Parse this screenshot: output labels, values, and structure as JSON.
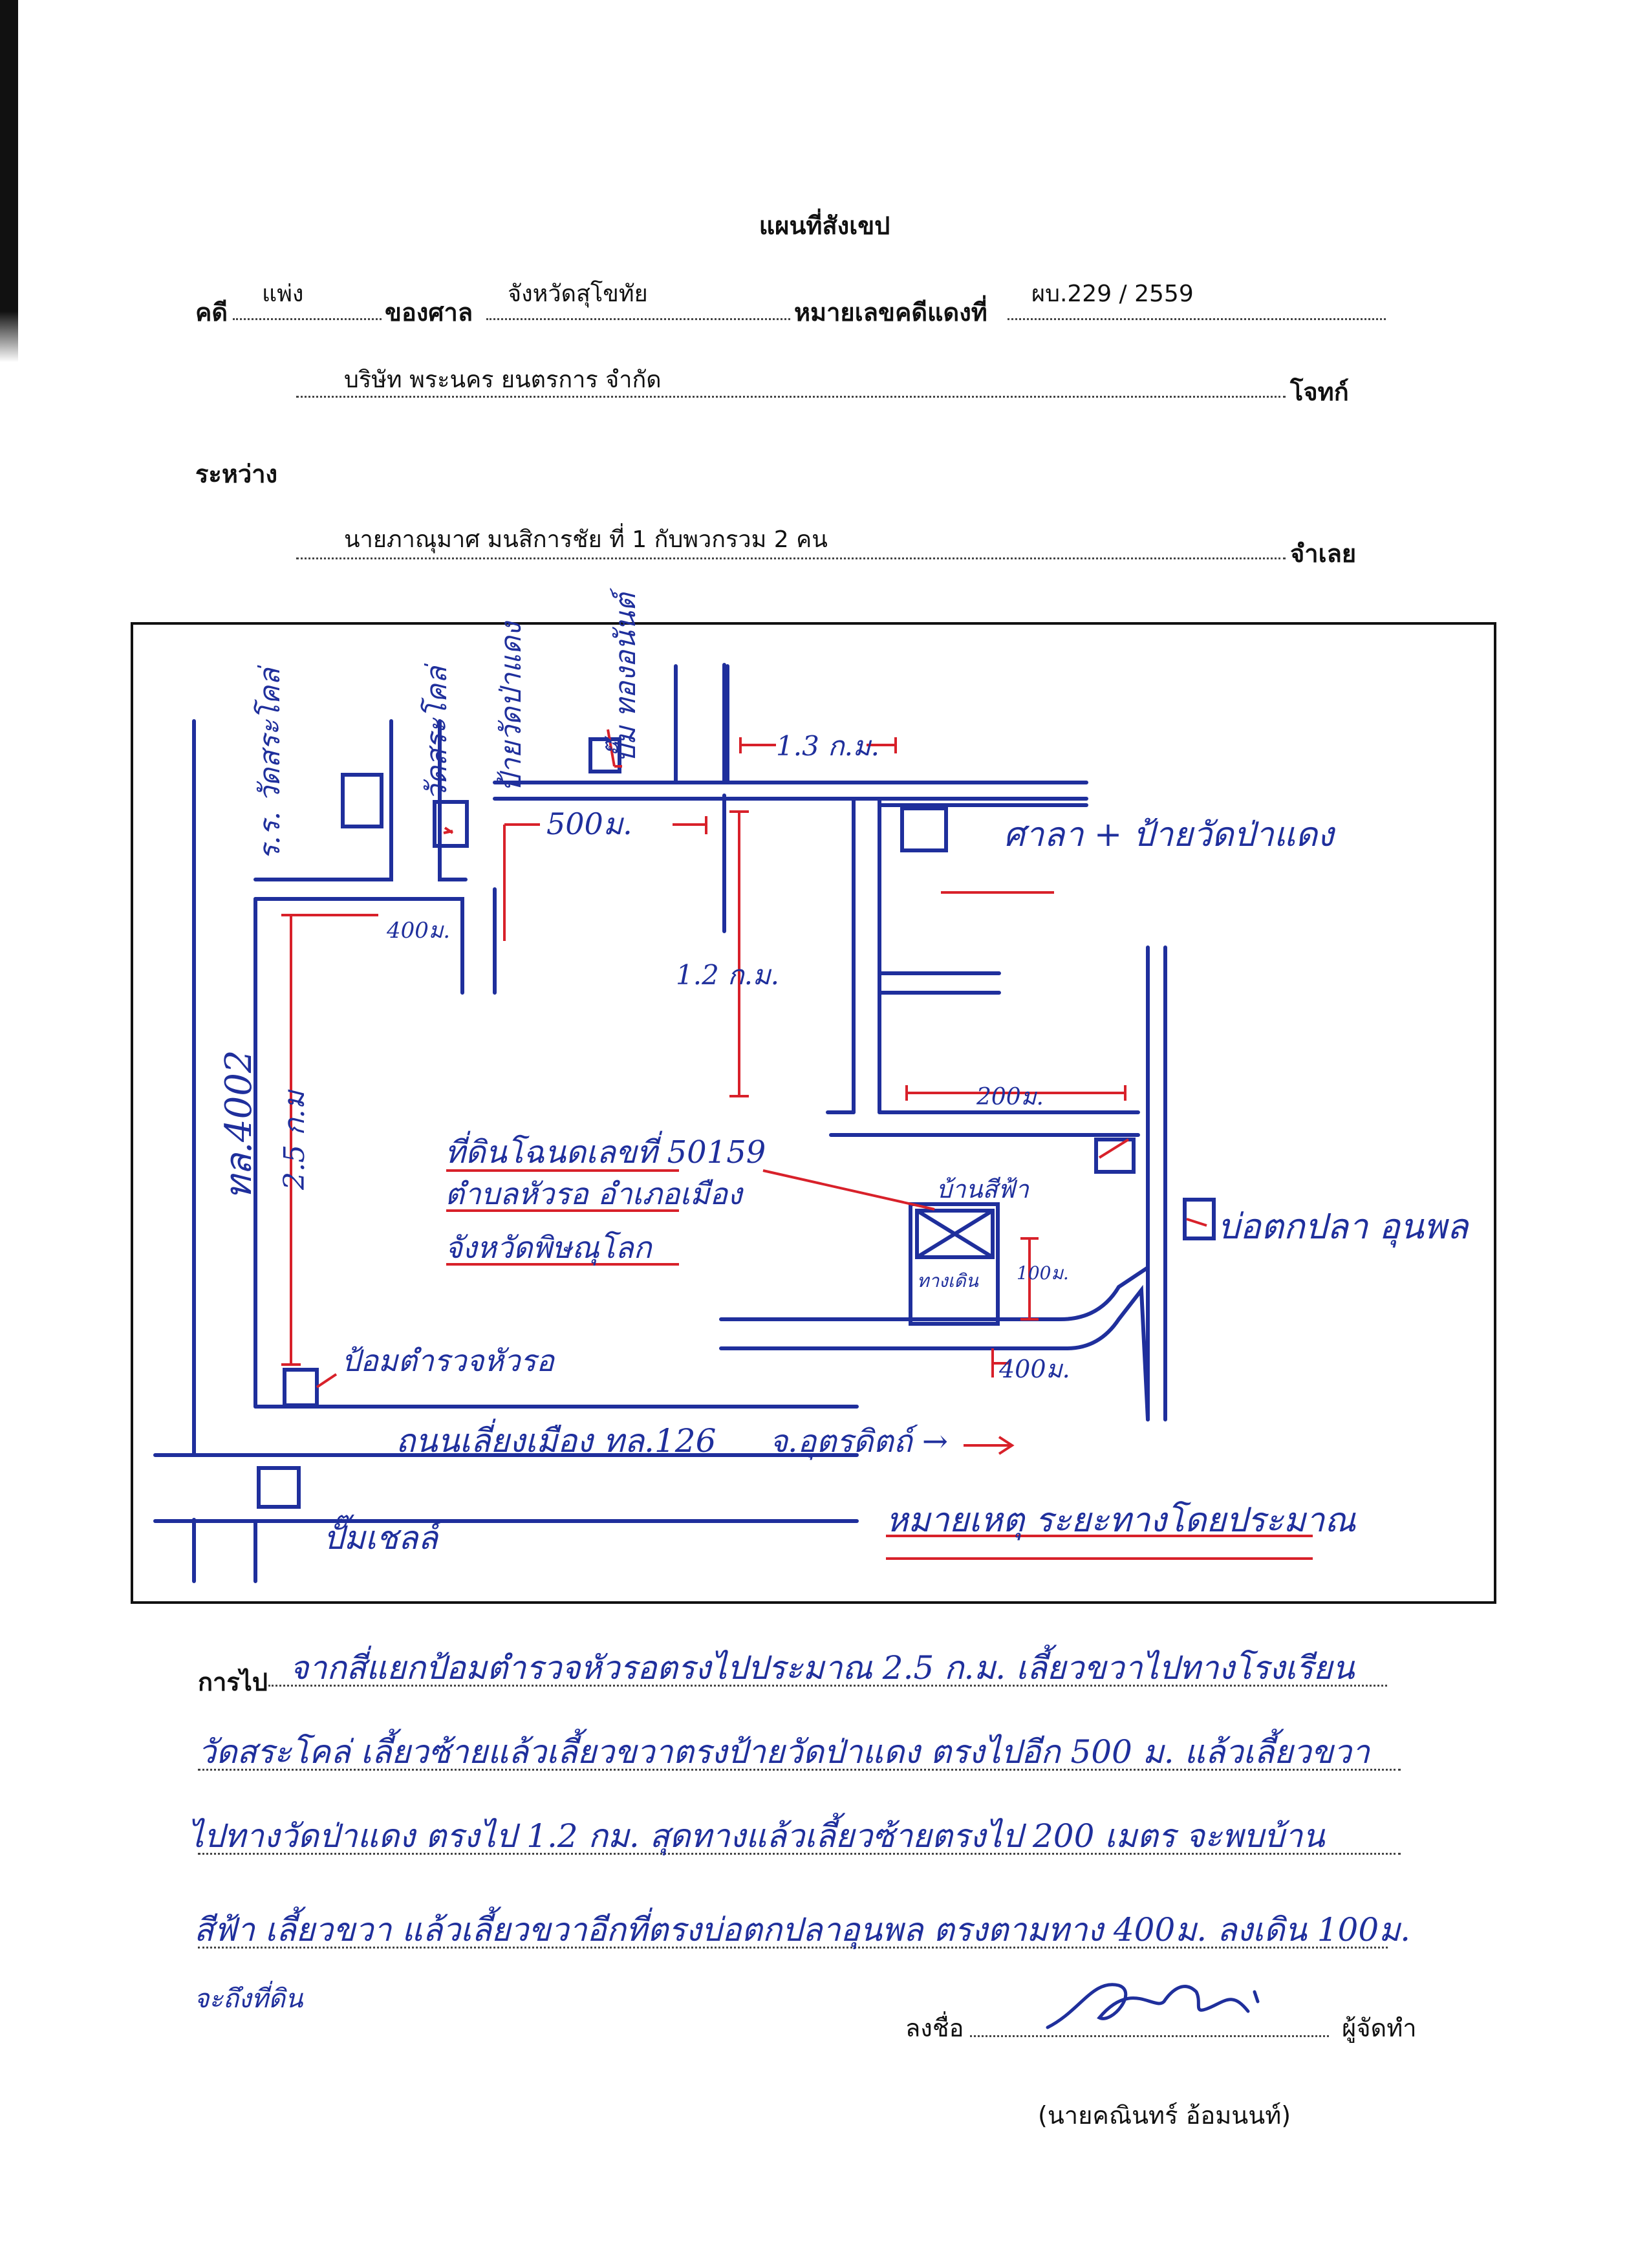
{
  "title": "แผนที่สังเขป",
  "header": {
    "case_label": "คดี",
    "case_value": "แพ่ง",
    "court_label": "ของศาล",
    "court_value": "จังหวัดสุโขทัย",
    "red_number_label": "หมายเลขคดีแดงที่",
    "red_number_value": "ผบ.229 / 2559",
    "plaintiff_value": "บริษัท พระนคร ยนตรการ จำกัด",
    "plaintiff_label": "โจทก์",
    "between_label": "ระหว่าง",
    "defendant_value": "นายภาณุมาศ มนสิการชัย ที่ 1 กับพวกรวม 2 คน",
    "defendant_label": "จำเลย"
  },
  "map": {
    "labels": {
      "school": "ร.ร. วัดสระโคล่",
      "wat": "วัดสระโคล่",
      "sign_wat_pa_daeng": "ป้ายวัดป่าแดง",
      "gas_station_top": "ปั๊ม ทองอนันต์",
      "dist_top_right": "1.3 ก.ม.",
      "dist_500": "500ม.",
      "sala_sign": "ศาลา + ป้ายวัดป่าแดง",
      "dist_400_top": "400ม.",
      "dist_1_2": "1.2 ก.ม.",
      "road_left": "ทล.4002",
      "dist_2_5": "2.5 ก.ม",
      "dist_200": "200ม.",
      "land_line1": "ที่ดินโฉนดเลขที่ 50159",
      "land_line2": "ตำบลหัวรอ อำเภอเมือง",
      "land_line3": "จังหวัดพิษณุโลก",
      "blue_house": "บ้านสีฟ้า",
      "fish_pond": "บ่อตกปลา อุนพล",
      "walkway": "ทางเดิน",
      "dist_100": "100ม.",
      "dist_400_bottom": "400ม.",
      "police_box": "ป้อมตำรวจหัวรอ",
      "main_road": "ถนนเลี่ยงเมือง ทล.126",
      "to_uttaradit": "จ.อุตรดิตถ์ →",
      "shell": "ปั๊มเชลล์",
      "note": "หมายเหตุ ระยะทางโดยประมาณ"
    }
  },
  "directions": {
    "label": "การไป",
    "lines": [
      "จากสี่แยกป้อมตำรวจหัวรอตรงไปประมาณ 2.5 ก.ม. เลี้ยวขวาไปทางโรงเรียน",
      "วัดสระโคล่ เลี้ยวซ้ายแล้วเลี้ยวขวาตรงป้ายวัดป่าแดง ตรงไปอีก 500 ม. แล้วเลี้ยวขวา",
      "ไปทางวัดป่าแดง ตรงไป 1.2 กม. สุดทางแล้วเลี้ยวซ้ายตรงไป 200 เมตร จะพบบ้าน",
      "สีฟ้า เลี้ยวขวา แล้วเลี้ยวขวาอีกที่ตรงบ่อตกปลาอุนพล ตรงตามทาง 400ม. ลงเดิน 100ม.",
      "จะถึงที่ดิน"
    ]
  },
  "signature": {
    "sign_label": "ลงชื่อ",
    "role_label": "ผู้จัดทำ",
    "name": "(นายคณินทร์ อ้อมนนท์)"
  },
  "colors": {
    "ink_blue": "#1f2f9c",
    "ink_red": "#d8212a",
    "print": "#111111"
  }
}
